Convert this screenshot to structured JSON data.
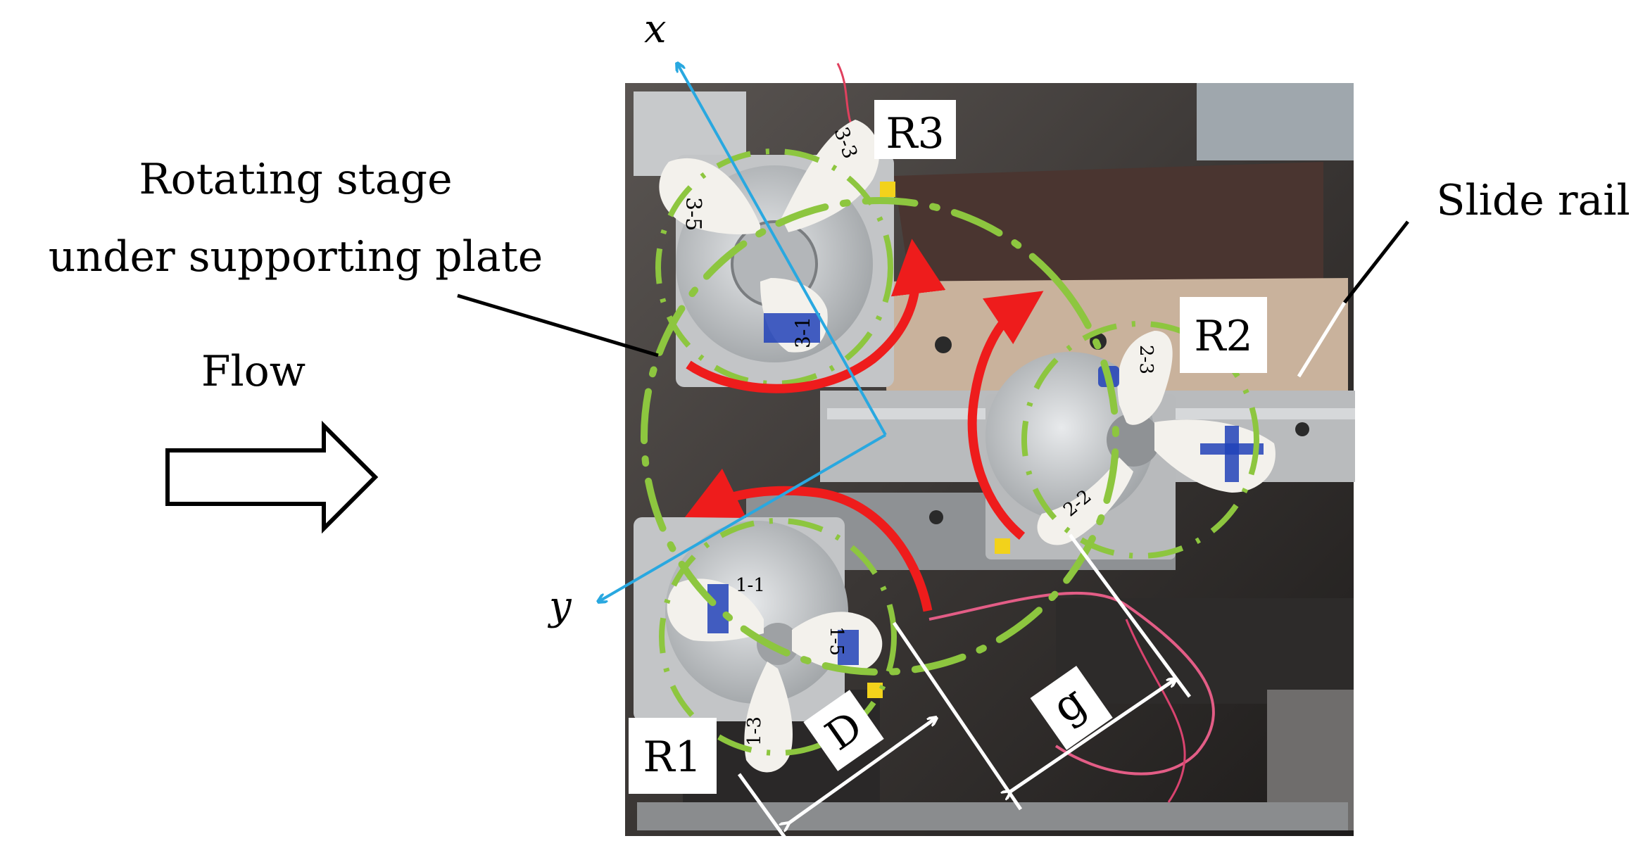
{
  "labels": {
    "stage_line1": "Rotating stage",
    "stage_line2": "under supporting plate",
    "flow": "Flow",
    "slide_rail": "Slide rail",
    "r1": "R1",
    "r2": "R2",
    "r3": "R3",
    "axis_x": "x",
    "axis_y": "y",
    "dim_d": "D",
    "dim_g": "g"
  },
  "blade_marks": {
    "r3_a": "3-3",
    "r3_b": "3-5",
    "r3_c": "3-1",
    "r2_a": "2-3",
    "r2_b": "2-2",
    "r1_a": "1-1",
    "r1_b": "1-5",
    "r1_c": "1-3"
  },
  "colors": {
    "orbit": "#8dc63f",
    "rotation_arrow": "#ee1c1c",
    "axes": "#29a8e0",
    "marker": "#2142b8",
    "outline": "#000000",
    "leader_white": "#ffffff"
  }
}
